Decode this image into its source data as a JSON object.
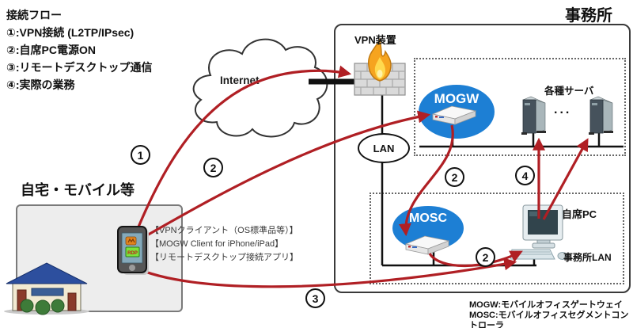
{
  "legend": {
    "title": "接続フロー",
    "items": [
      "①:VPN接続 (L2TP/IPsec)",
      "②:自席PC電源ON",
      "③:リモートデスクトップ通信",
      "④:実際の業務"
    ]
  },
  "cloud": {
    "label": "Internet"
  },
  "office": {
    "title": "事務所",
    "vpn_device": "VPN装置",
    "lan": "LAN",
    "mogw": "MOGW",
    "mosc": "MOSC",
    "servers": "各種サーバ",
    "servers_more": "...",
    "desk_pc": "自席PC",
    "office_lan": "事務所LAN"
  },
  "home": {
    "title": "自宅・モバイル等",
    "client_notes": [
      "【VPNクライアント（OS標準品等）】",
      "【MOGW Client for iPhone/iPad】",
      "【リモートデスクトップ接続アプリ】"
    ],
    "phone_rdp": "RDP"
  },
  "markers": [
    "1",
    "2",
    "2",
    "2",
    "3",
    "4"
  ],
  "footnotes": [
    "MOGW:モバイルオフィスゲートウェイ",
    "MOSC:モバイルオフィスセグメントコントローラ"
  ],
  "colors": {
    "arrow": "#b01f24",
    "node_blue": "#1d7fd4"
  }
}
